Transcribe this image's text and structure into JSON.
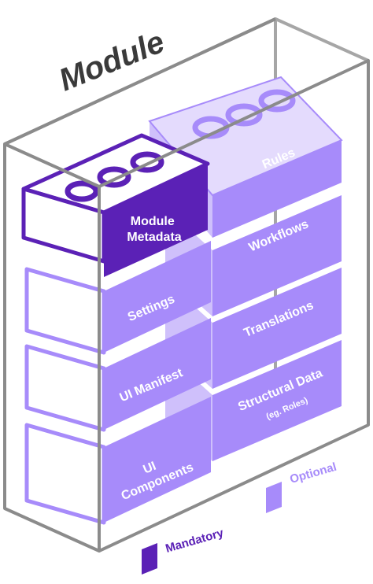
{
  "diagram": {
    "title": "Module",
    "blocks": {
      "metadata": "Module Metadata",
      "settings": "Settings",
      "ui_manifest": "UI Manifest",
      "ui_components": "UI Components",
      "rules": "Rules",
      "workflows": "Workflows",
      "translations": "Translations",
      "structural_data": "Structural Data",
      "structural_data_sub": "(eg. Roles)"
    },
    "legend": {
      "mandatory": "Mandatory",
      "optional": "Optional"
    },
    "colors": {
      "mandatory": "#5b21b6",
      "optional": "#a78bfa",
      "outline": "#8b8b8b"
    }
  }
}
